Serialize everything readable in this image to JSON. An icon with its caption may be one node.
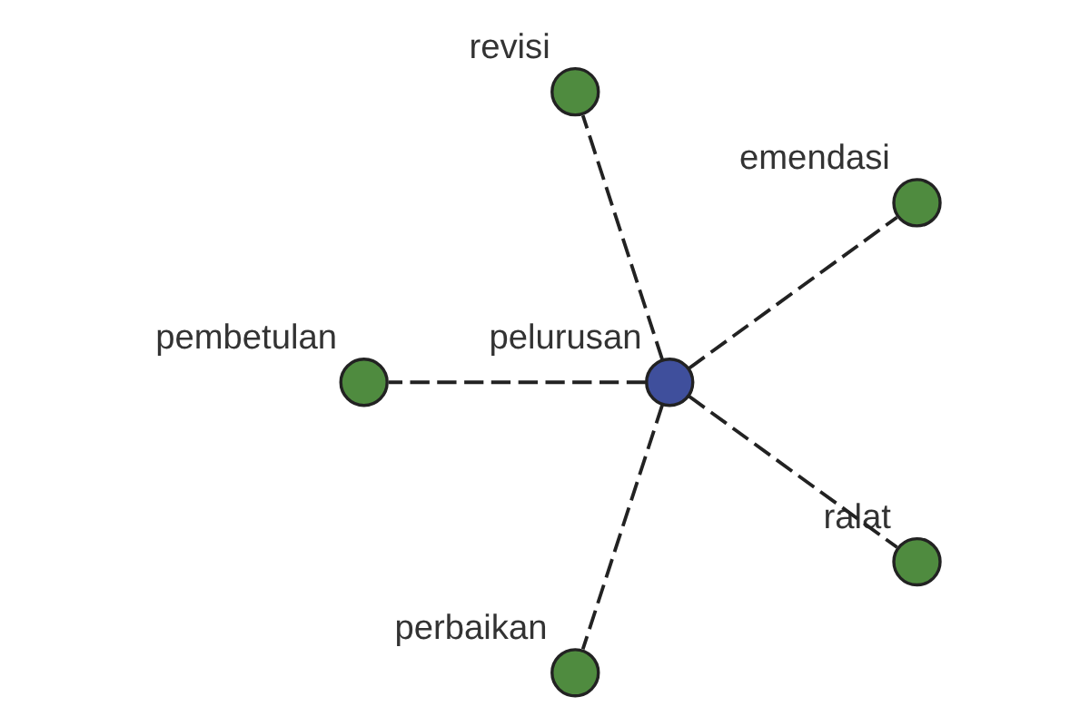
{
  "diagram": {
    "nodes": [
      {
        "text": [
          "emendasi"
        ]
      },
      {
        "text": [
          "revisi"
        ]
      },
      {
        "text": [
          "pembetulan"
        ]
      },
      {
        "text": [
          "pelurusan"
        ]
      },
      {
        "text": [
          "perbaikan"
        ]
      },
      {
        "text": [
          "ralat"
        ]
      }
    ],
    "edges": [
      {
        "from": 3,
        "to": 0,
        "arrow": "none",
        "style": "dashed"
      },
      {
        "from": 3,
        "to": 1,
        "arrow": "none",
        "style": "dashed"
      },
      {
        "from": 3,
        "to": 2,
        "arrow": "none",
        "style": "dashed"
      },
      {
        "from": 3,
        "to": 4,
        "arrow": "none",
        "style": "dashed"
      },
      {
        "from": 3,
        "to": 5,
        "arrow": "none",
        "style": "dashed"
      }
    ]
  }
}
